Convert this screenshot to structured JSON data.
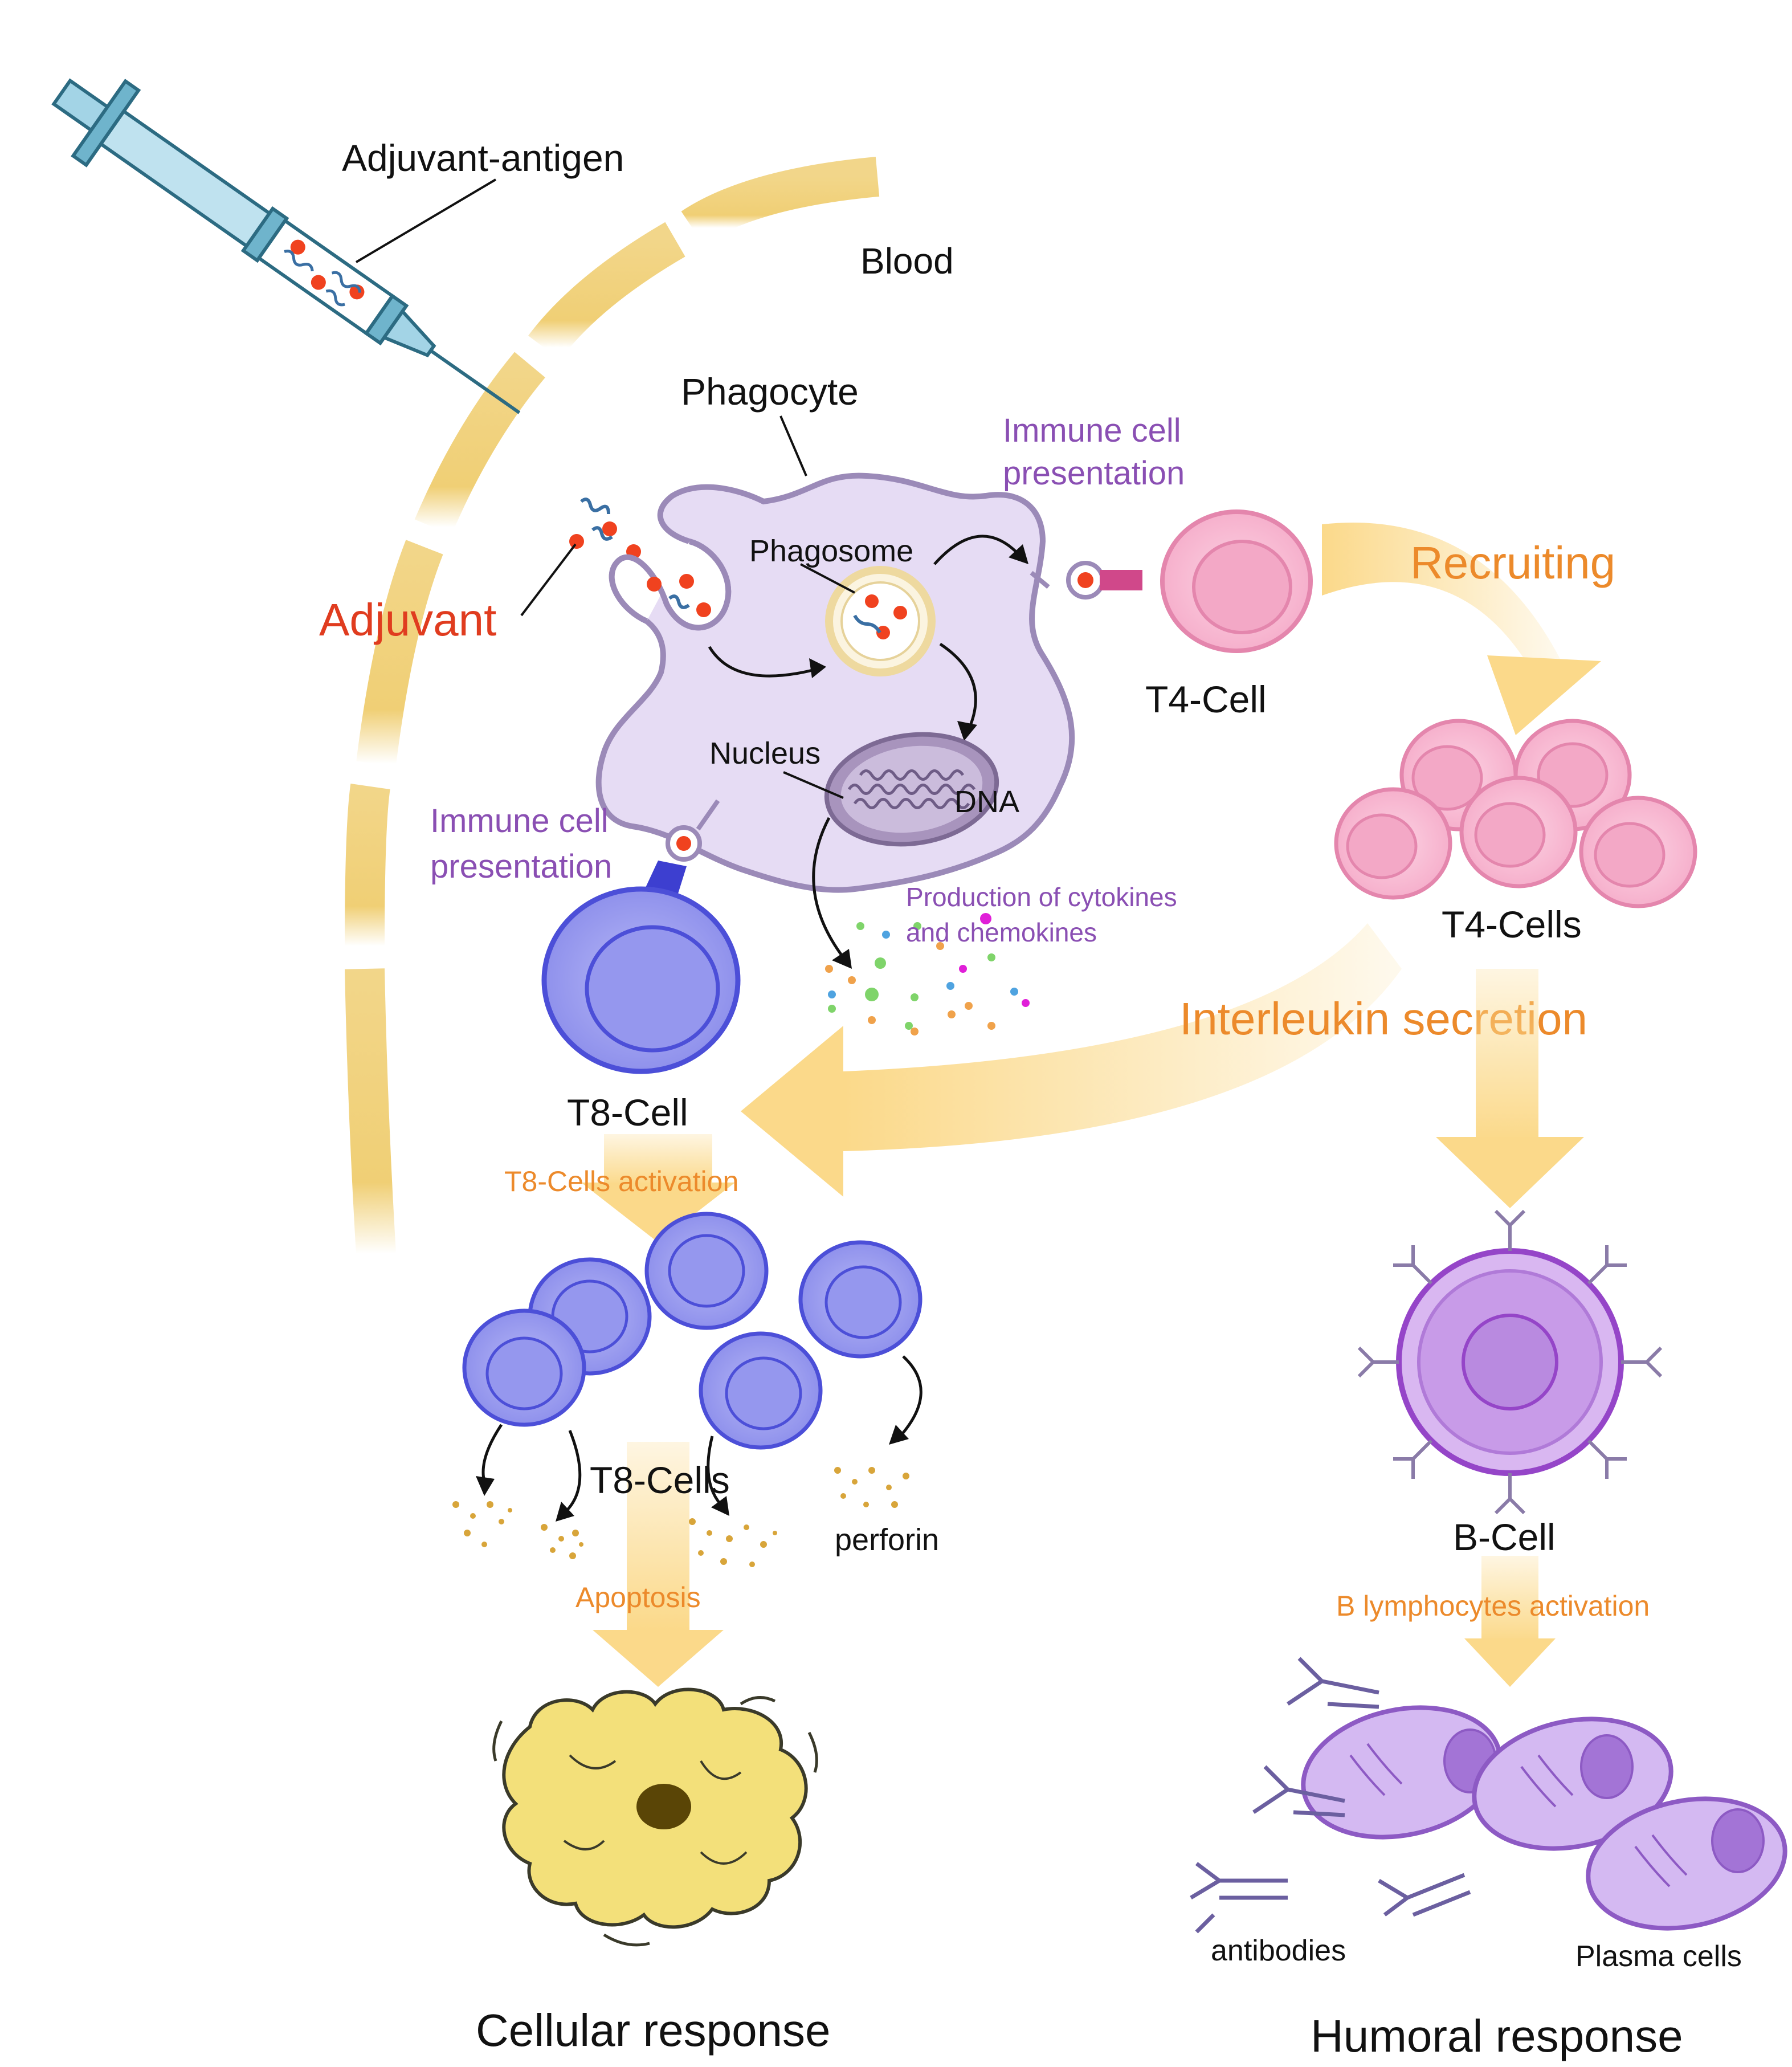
{
  "labels": {
    "adjuvant_antigen": "Adjuvant-antigen",
    "blood": "Blood",
    "phagocyte": "Phagocyte",
    "immune_cell_presentation_top_1": "Immune cell",
    "immune_cell_presentation_top_2": "presentation",
    "adjuvant": "Adjuvant",
    "phagosome": "Phagosome",
    "recruiting": "Recruiting",
    "t4_cell": "T4-Cell",
    "nucleus": "Nucleus",
    "dna": "DNA",
    "immune_cell_presentation_left_1": "Immune cell",
    "immune_cell_presentation_left_2": "presentation",
    "cytokines_1": "Production of cytokines",
    "cytokines_2": "and chemokines",
    "t4_cells": "T4-Cells",
    "interleukin_secretion": "Interleukin secretion",
    "t8_cell": "T8-Cell",
    "t8_cells_activation": "T8-Cells activation",
    "t8_cells": "T8-Cells",
    "perforin": "perforin",
    "apoptosis": "Apoptosis",
    "b_cell": "B-Cell",
    "b_lymphocytes_activation": "B lymphocytes activation",
    "antibodies": "antibodies",
    "plasma_cells": "Plasma cells",
    "cellular_response": "Cellular response",
    "humoral_response": "Humoral response"
  },
  "colors": {
    "blood_vessel": "#f0cf75",
    "flow_arrow": "#fbd98a",
    "phagocyte_fill": "#e6dcf4",
    "phagocyte_stroke": "#9b8ab8",
    "t4_fill": "#f6b9d2",
    "t4_stroke": "#e486ad",
    "t8_fill": "#9fa0ef",
    "t8_stroke": "#4c4fd8",
    "b_cell_fill": "#c89be8",
    "b_cell_stroke": "#9545c8",
    "plasma_fill": "#c7a7ef",
    "apoptotic_fill": "#f3e07a",
    "antigen_dot": "#f0421f",
    "label_purple": "#8a4fb3",
    "label_orange": "#ec8a2b",
    "label_red": "#e03c1f"
  },
  "icons": [
    "syringe-icon",
    "antibody-icon",
    "perforin-granules-icon"
  ]
}
